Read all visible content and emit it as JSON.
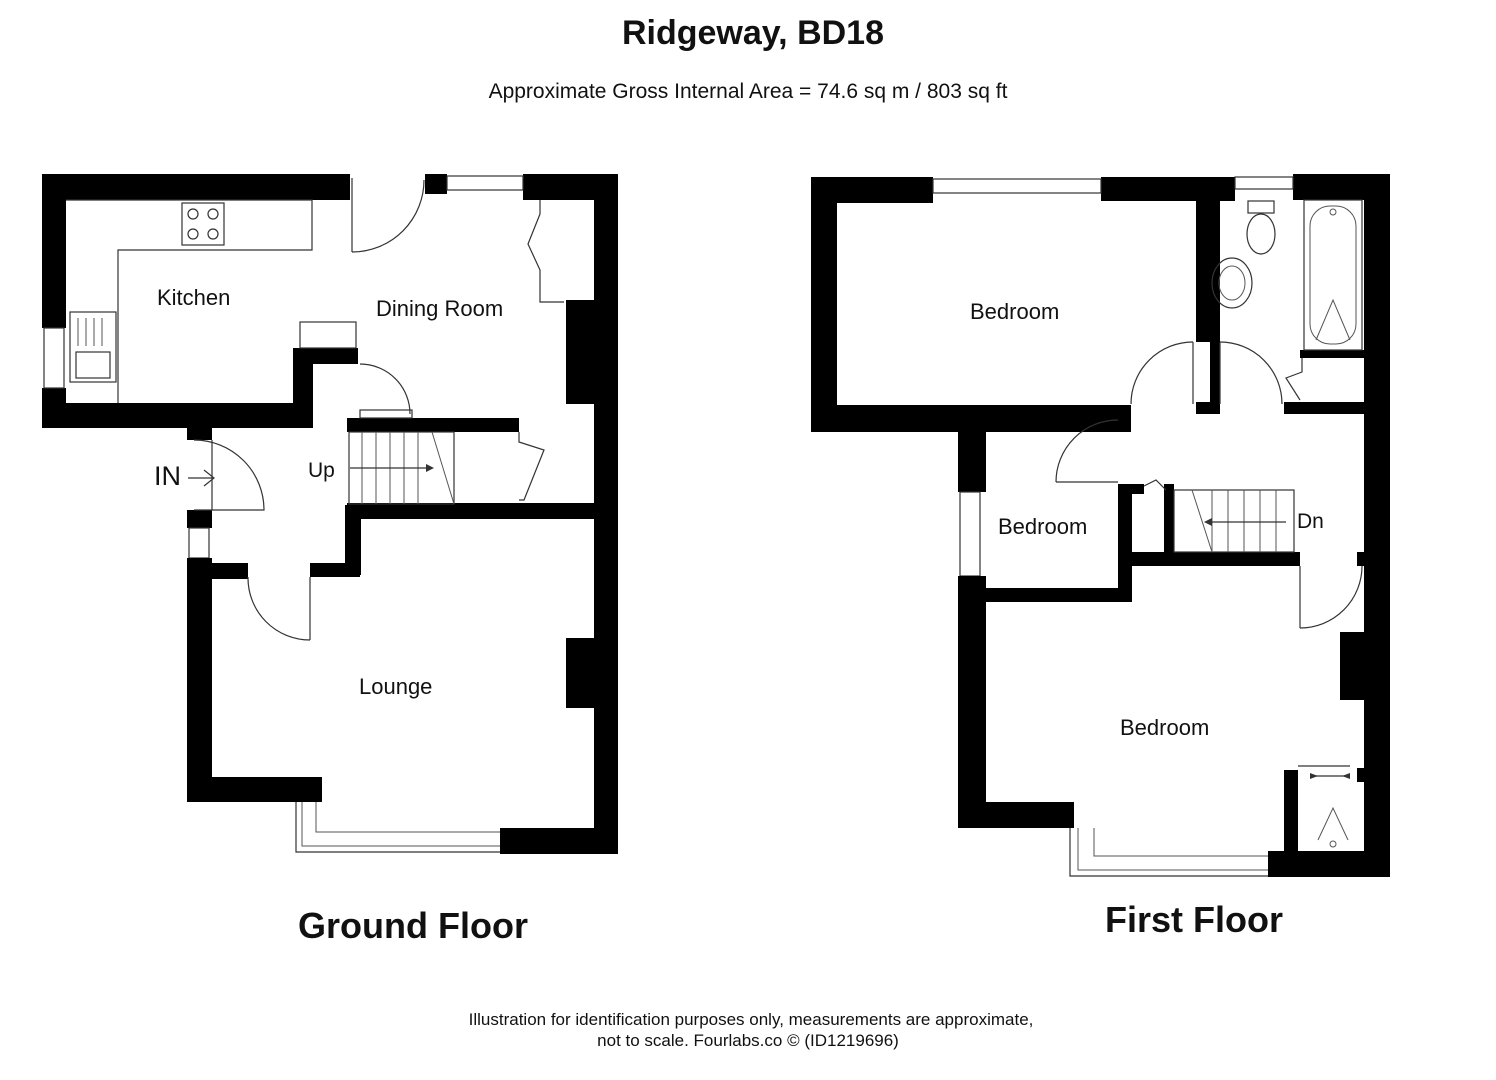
{
  "header": {
    "title": "Ridgeway, BD18",
    "subtitle": "Approximate Gross Internal Area = 74.6 sq m / 803 sq ft"
  },
  "ground_floor": {
    "label": "Ground Floor",
    "entrance": "IN",
    "stairs": "Up",
    "rooms": [
      "Kitchen",
      "Dining Room",
      "Lounge"
    ]
  },
  "first_floor": {
    "label": "First Floor",
    "stairs": "Dn",
    "rooms": [
      "Bedroom",
      "Bedroom",
      "Bedroom"
    ]
  },
  "footer": {
    "line1": "Illustration for identification purposes only, measurements are approximate,",
    "line2": "not to scale. Fourlabs.co © (ID1219696)"
  },
  "colors": {
    "walls": "#000000",
    "background": "#ffffff"
  }
}
